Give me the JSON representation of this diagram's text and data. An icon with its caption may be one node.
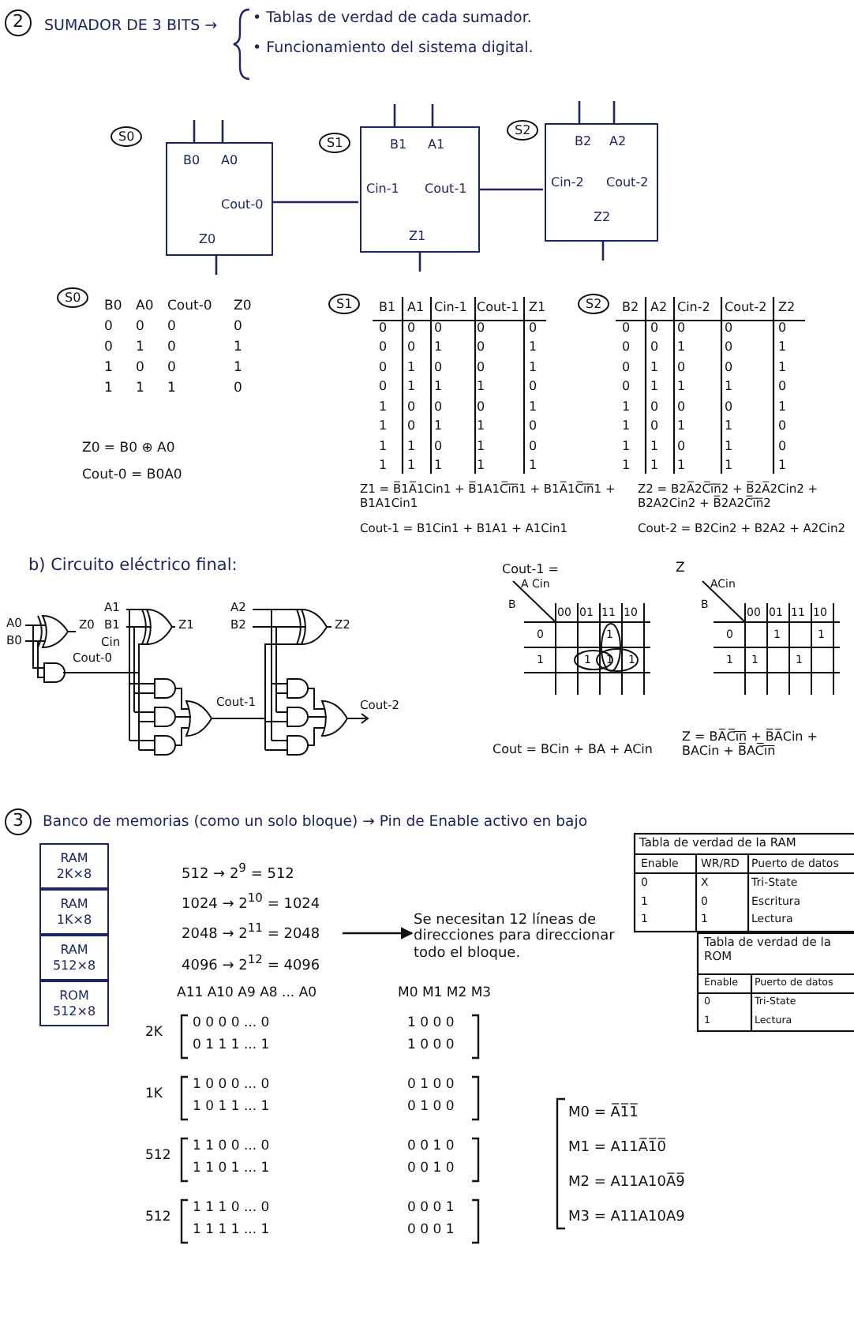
{
  "diagram": {
    "nodes": [
      {
        "text": [
          "B0",
          "A0",
          "Cout-0",
          "Z0"
        ],
        "beside": [
          "S0"
        ]
      },
      {
        "text": [
          "B1",
          "A1",
          "Cin-1",
          "Cout-1",
          "Z1"
        ],
        "beside": [
          "S1"
        ]
      },
      {
        "text": [
          "B2",
          "A2",
          "Cin-2",
          "Cout-2",
          "Z2"
        ],
        "beside": [
          "S2"
        ]
      },
      {
        "text": [
          "RAM 2K×8"
        ]
      },
      {
        "text": [
          "RAM 1K×8"
        ]
      },
      {
        "text": [
          "RAM 512×8"
        ]
      },
      {
        "text": [
          "ROM 512×8"
        ]
      },
      {
        "text": [
          "2048 → 2$^{11}$ = 2048"
        ]
      },
      {
        "text": [
          "Se necesitan 12 líneas de direcciones para direccionar todo el bloque."
        ]
      }
    ],
    "edges": [
      {
        "from": 0,
        "to": 1,
        "arrow": "none"
      },
      {
        "from": 1,
        "to": 2,
        "arrow": "none"
      },
      {
        "from": null,
        "to": 0,
        "arrow": "none"
      },
      {
        "from": null,
        "to": 0,
        "arrow": "none"
      },
      {
        "from": null,
        "to": 1,
        "arrow": "none"
      },
      {
        "from": null,
        "to": 1,
        "arrow": "none"
      },
      {
        "from": null,
        "to": 2,
        "arrow": "none"
      },
      {
        "from": null,
        "to": 2,
        "arrow": "none"
      },
      {
        "from": 0,
        "to": null,
        "arrow": "none"
      },
      {
        "from": 1,
        "to": null,
        "arrow": "none"
      },
      {
        "from": 2,
        "to": null,
        "arrow": "none"
      },
      {
        "from": 7,
        "to": 8,
        "arrow": "to"
      }
    ],
    "labels": [
      "2",
      "SUMADOR DE 3 BITS →",
      "• Tablas de verdad de cada sumador.",
      "• Funcionamiento del sistema digital.",
      "S0",
      "B0",
      "A0",
      "Cout-0",
      "Z0",
      "0",
      "0",
      "0",
      "0",
      "0",
      "1",
      "0",
      "1",
      "1",
      "0",
      "0",
      "1",
      "1",
      "1",
      "1",
      "0",
      "Z0 = B0 ⊕ A0",
      "Cout-0 = B0A0",
      "S1",
      "B1",
      "A1",
      "Cin-1",
      "Cout-1",
      "Z1",
      "0",
      "0",
      "0",
      "0",
      "0",
      "0",
      "0",
      "1",
      "0",
      "1",
      "0",
      "1",
      "0",
      "0",
      "1",
      "0",
      "1",
      "1",
      "1",
      "0",
      "1",
      "0",
      "0",
      "0",
      "1",
      "1",
      "0",
      "1",
      "1",
      "0",
      "1",
      "1",
      "0",
      "1",
      "0",
      "1",
      "1",
      "1",
      "1",
      "1",
      "Z1 = B̅1A̅1Cin1 + B̅1A1C̅i̅n̅1 + B1A̅1C̅i̅n̅1 + B1A1Cin1",
      "Cout-1 = B1Cin1 + B1A1 + A1Cin1",
      "S2",
      "B2",
      "A2",
      "Cin-2",
      "Cout-2",
      "Z2",
      "0",
      "0",
      "0",
      "0",
      "0",
      "0",
      "0",
      "1",
      "0",
      "1",
      "0",
      "1",
      "0",
      "0",
      "1",
      "0",
      "1",
      "1",
      "1",
      "0",
      "1",
      "0",
      "0",
      "0",
      "1",
      "1",
      "0",
      "1",
      "1",
      "0",
      "1",
      "1",
      "0",
      "1",
      "0",
      "1",
      "1",
      "1",
      "1",
      "1",
      "Z2 = B2A̅2C̅i̅n̅2 + B̅2A̅2Cin2 + B2A2Cin2 + B̅2A2C̅i̅n̅2",
      "Cout-2 = B2Cin2 + B2A2 + A2Cin2",
      "b) Circuito eléctrico final:",
      "A0",
      "B0",
      "Z0",
      "Cout-0",
      "A1",
      "B1",
      "Cin",
      "Z1",
      "A2",
      "B2",
      "Z2",
      "Cout-1",
      "Cout-2",
      "Cout-1 =",
      "A Cin",
      "B",
      "00",
      "01",
      "11",
      "10",
      "0",
      "1",
      "1",
      "1",
      "1",
      "1",
      "Cout = BCin + BA + ACin",
      "Z",
      "ACin",
      "B",
      "00",
      "01",
      "11",
      "10",
      "0",
      "1",
      "1",
      "1",
      "1",
      "1",
      "Z = BA̅C̅i̅n̅ + B̅A̅Cin + BACin + B̅AC̅i̅n̅",
      "3",
      "Banco de memorias (como un solo bloque) → Pin de Enable activo en bajo",
      "Tabla de verdad de la RAM",
      "Enable",
      "WR/RD",
      "Puerto de datos",
      "0",
      "X",
      "Tri-State",
      "1",
      "0",
      "Escritura",
      "1",
      "1",
      "Lectura",
      "Tabla de verdad de la ROM",
      "Enable",
      "Puerto de datos",
      "0",
      "Tri-State",
      "1",
      "Lectura",
      "512 → 2$^{9}$ = 512",
      "1024 → 2$^{10}$ = 1024",
      "4096 → 2$^{12}$ = 4096",
      "A11 A10 A9 A8 ... A0",
      "M0 M1 M2 M3",
      "2K",
      "0 0 0 0 ... 0",
      "1 0 0 0",
      "0 1 1 1 ... 1",
      "1 0 0 0",
      "1K",
      "1 0 0 0 ... 0",
      "0 1 0 0",
      "1 0 1 1 ... 1",
      "0 1 0 0",
      "512",
      "1 1 0 0 ... 0",
      "0 0 1 0",
      "1 1 0 1 ... 1",
      "0 0 1 0",
      "512",
      "1 1 1 0 ... 0",
      "0 0 0 1",
      "1 1 1 1 ... 1",
      "0 0 0 1",
      "M0 = A̅1̅1̅",
      "M1 = A11A̅1̅0̅",
      "M2 = A11A10A̅9̅",
      "M3 = A11A10A9"
    ]
  }
}
